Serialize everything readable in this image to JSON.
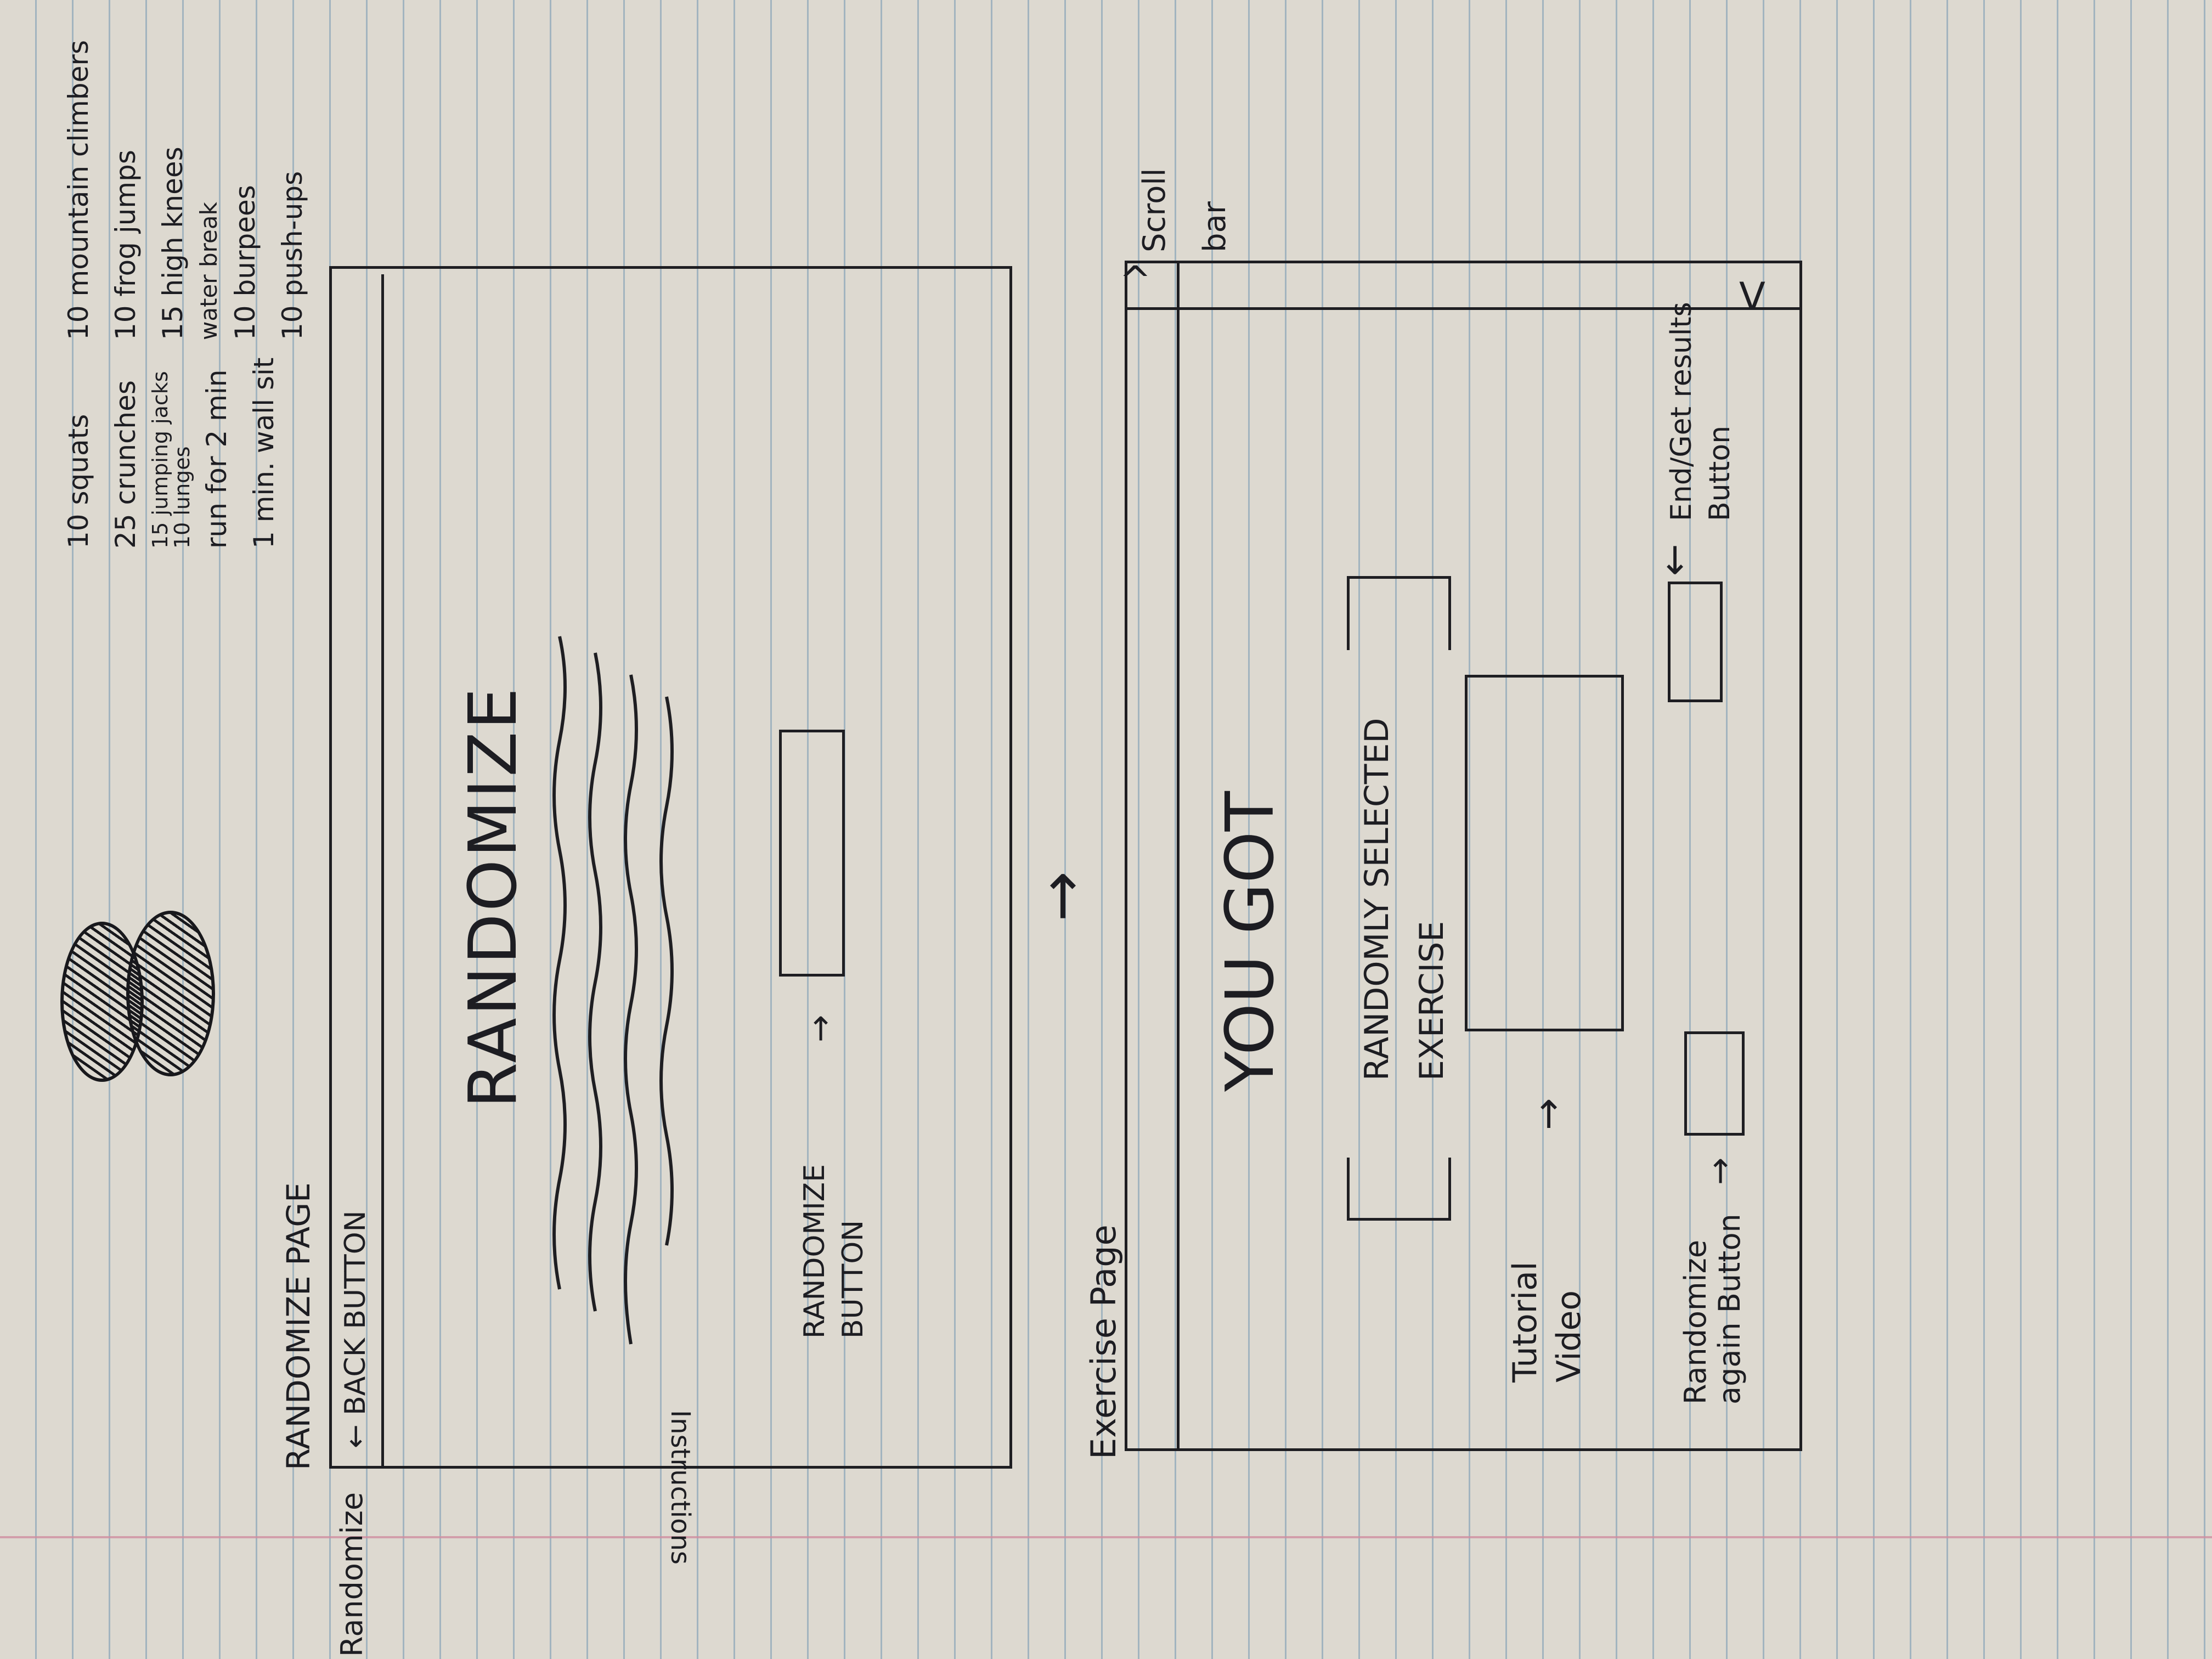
{
  "exercise_list": [
    "10 squats",
    "25 crunches",
    "15 jumping jacks",
    "10 lunges",
    "run for 2 min",
    "1 min. wall sit",
    "10 mountain climbers",
    "10 frog jumps",
    "15 high knees",
    "water break",
    "10 burpees",
    "10 push-ups"
  ],
  "page_label": "Randomize",
  "randomize_page": {
    "title": "RANDOMIZE PAGE",
    "back_button": "← BACK BUTTON",
    "heading": "RANDOMIZE",
    "instructions_label": "Instructions",
    "randomize_button_label": "RANDOMIZE BUTTON"
  },
  "exercise_page": {
    "title": "Exercise Page",
    "you_got": "YOU GOT",
    "selected_exercise": "RANDOMLY SELECTED EXERCISE",
    "tutorial_label": "Tutorial Video",
    "randomize_again_label": "Randomize again Button",
    "end_results_label": "End/Get results Button",
    "scroll_bar_label": "Scroll bar",
    "scroll_up": "^",
    "scroll_down": "V"
  },
  "colors": {
    "ink": "#1e1e22",
    "paper": "#ddd9d0",
    "rule": "#8ea7b9",
    "margin": "#cf8fa0"
  }
}
